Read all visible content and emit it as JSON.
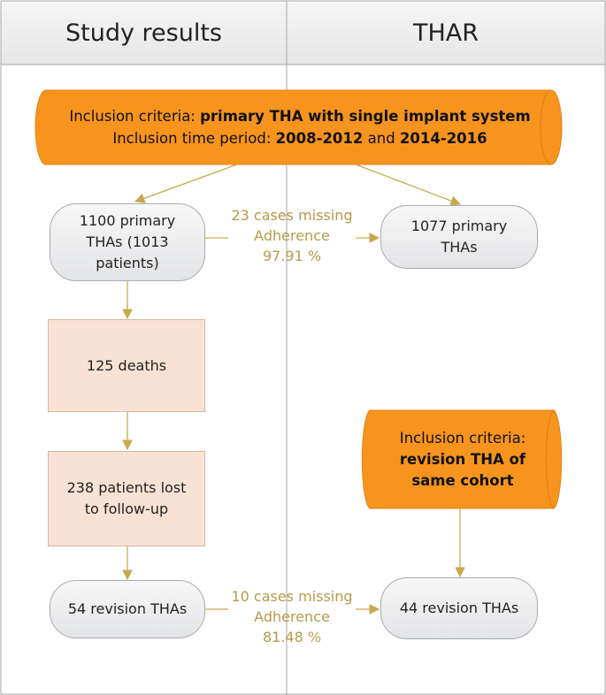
{
  "columns": {
    "left": "Study results",
    "right": "THAR"
  },
  "banner_top": {
    "line1_label": "Inclusion criteria:",
    "line1_value": "primary THA with single implant system",
    "line2_label": "Inclusion time period:",
    "line2_value_a": "2008-2012",
    "line2_conj": "and",
    "line2_value_b": "2014-2016"
  },
  "banner_right": {
    "label": "Inclusion criteria:",
    "value_line1": "revision THA of",
    "value_line2": "same cohort"
  },
  "nodes": {
    "primary_study": [
      "1100 primary",
      "THAs (1013",
      "patients)"
    ],
    "primary_thar": [
      "1077 primary",
      "THAs"
    ],
    "deaths": "125 deaths",
    "lost": [
      "238 patients lost",
      "to follow-up"
    ],
    "revision_study": "54 revision THAs",
    "revision_thar": "44 revision THAs"
  },
  "links": {
    "primary": [
      "23 cases missing",
      "Adherence",
      "97.91 %"
    ],
    "revision": [
      "10 cases missing",
      "Adherence",
      "81.48 %"
    ]
  },
  "colors": {
    "banner": "#f7941e",
    "arrow": "#c9a94e",
    "label": "#b59a4b",
    "box_fill": "#f9e2d4",
    "grid": "#a6a6a6"
  }
}
